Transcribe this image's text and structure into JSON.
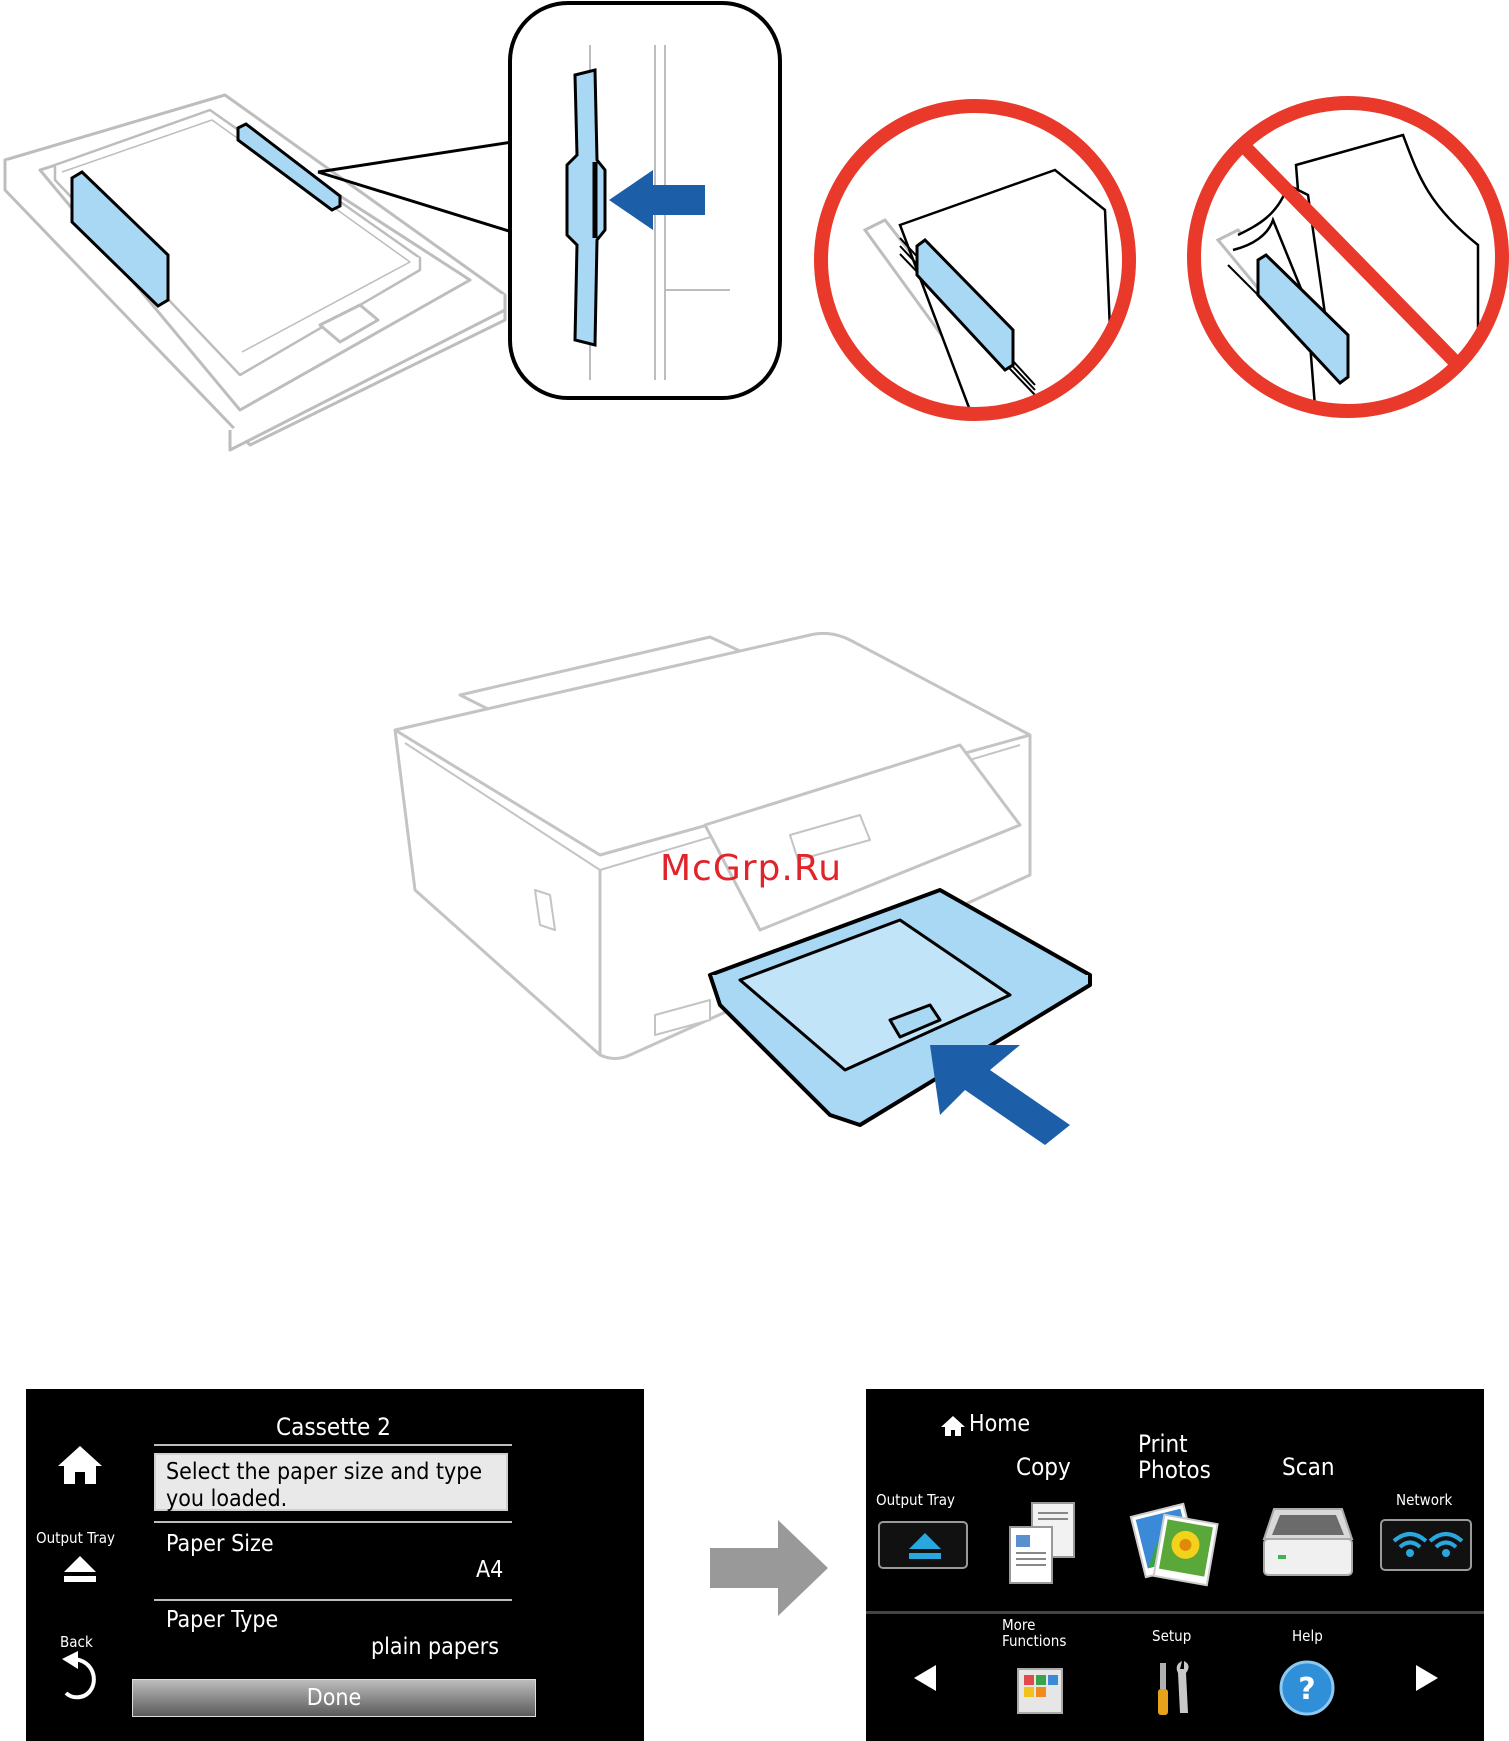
{
  "watermark": "McGrp.Ru",
  "colors": {
    "guide_blue": "#a9d8f5",
    "arrow_blue": "#1c5ea8",
    "forbid_red": "#e8392a",
    "lcd_bg": "#000000",
    "next_arrow_gray": "#999999"
  },
  "left_screen": {
    "title": "Cassette 2",
    "message": "Select the paper size and type you loaded.",
    "home_icon": "home-icon",
    "output_tray_label": "Output Tray",
    "back_label": "Back",
    "paper_size_label": "Paper Size",
    "paper_size_value": "A4",
    "paper_type_label": "Paper Type",
    "paper_type_value": "plain papers",
    "done_label": "Done"
  },
  "right_screen": {
    "home_label": "Home",
    "output_tray_label": "Output Tray",
    "network_label": "Network",
    "copy_label": "Copy",
    "print_photos_label": "Print Photos",
    "scan_label": "Scan",
    "more_functions_label": "More Functions",
    "setup_label": "Setup",
    "help_label": "Help"
  }
}
